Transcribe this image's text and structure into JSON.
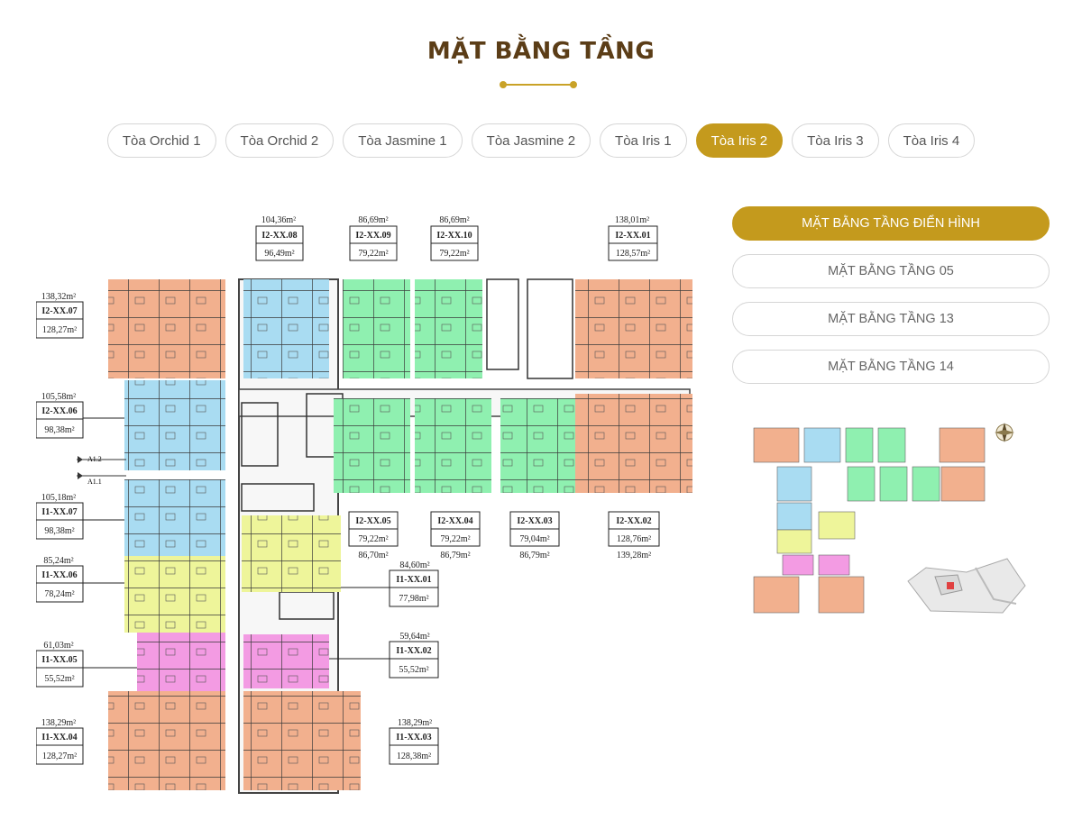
{
  "header": {
    "title": "MẶT BẰNG TẦNG"
  },
  "tabs": [
    {
      "label": "Tòa Orchid 1"
    },
    {
      "label": "Tòa Orchid 2"
    },
    {
      "label": "Tòa Jasmine 1"
    },
    {
      "label": "Tòa Jasmine 2"
    },
    {
      "label": "Tòa Iris 1"
    },
    {
      "label": "Tòa Iris 2",
      "active": true
    },
    {
      "label": "Tòa Iris 3"
    },
    {
      "label": "Tòa Iris 4"
    }
  ],
  "floor_menu": [
    {
      "label": "MẶT BẰNG TẦNG ĐIỂN HÌNH",
      "active": true
    },
    {
      "label": "MẶT BẰNG TẦNG 05"
    },
    {
      "label": "MẶT BẰNG TẦNG 13"
    },
    {
      "label": "MẶT BẰNG TẦNG 14"
    }
  ],
  "plan": {
    "markers": {
      "a12": "A1.2",
      "a11": "A1.1"
    },
    "units": {
      "u08": {
        "area_gross": "104,36m²",
        "code": "I2-XX.08",
        "area_net": "96,49m²"
      },
      "u09": {
        "area_gross": "86,69m²",
        "code": "I2-XX.09",
        "area_net": "79,22m²"
      },
      "u10": {
        "area_gross": "86,69m²",
        "code": "I2-XX.10",
        "area_net": "79,22m²"
      },
      "u01t": {
        "area_gross": "138,01m²",
        "code": "I2-XX.01",
        "area_net": "128,57m²"
      },
      "u07t": {
        "area_gross": "138,32m²",
        "code": "I2-XX.07",
        "area_net": "128,27m²"
      },
      "u06t": {
        "area_gross": "105,58m²",
        "code": "I2-XX.06",
        "area_net": "98,38m²"
      },
      "u07b": {
        "area_gross": "105,18m²",
        "code": "I1-XX.07",
        "area_net": "98,38m²"
      },
      "u06b": {
        "area_gross": "85,24m²",
        "code": "I1-XX.06",
        "area_net": "78,24m²"
      },
      "u05b": {
        "area_gross": "61,03m²",
        "code": "I1-XX.05",
        "area_net": "55,52m²"
      },
      "u04b": {
        "area_gross": "138,29m²",
        "code": "I1-XX.04",
        "area_net": "128,27m²"
      },
      "u01b": {
        "area_gross": "84,60m²",
        "code": "I1-XX.01",
        "area_net": "77,98m²"
      },
      "u02b": {
        "area_gross": "59,64m²",
        "code": "I1-XX.02",
        "area_net": "55,52m²"
      },
      "u03b": {
        "area_gross": "138,29m²",
        "code": "I1-XX.03",
        "area_net": "128,38m²"
      },
      "u05t": {
        "code": "I2-XX.05",
        "area_net": "79,22m²",
        "area_gross": "86,70m²"
      },
      "u04t": {
        "code": "I2-XX.04",
        "area_net": "79,22m²",
        "area_gross": "86,79m²"
      },
      "u03t": {
        "code": "I2-XX.03",
        "area_net": "79,04m²",
        "area_gross": "86,79m²"
      },
      "u02t": {
        "code": "I2-XX.02",
        "area_net": "128,76m²",
        "area_gross": "139,28m²"
      }
    }
  },
  "colors": {
    "accent": "#c49a1d",
    "title": "#5b3d17",
    "unit_orange": "#f2b08e",
    "unit_blue": "#a9dcf2",
    "unit_green": "#8ff0b0",
    "unit_yellow": "#eef59a",
    "unit_pink": "#f39be3"
  },
  "thumbnail_icons": {
    "compass": "compass-icon",
    "site_map": "site-map-thumbnail"
  }
}
